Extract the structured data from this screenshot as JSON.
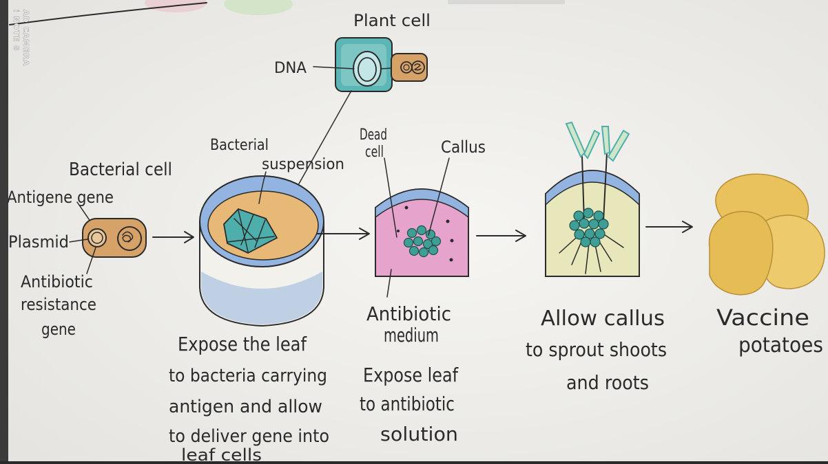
{
  "watermark": {
    "line1": "i NOTE 8",
    "line2": "AD CAMERA"
  },
  "plant_cell": {
    "title": "Plant cell",
    "dna_label": "DNA"
  },
  "bacterial_cell": {
    "title": "Bacterial cell",
    "antigen_gene": "Antigene gene",
    "plasmid": "Plasmid",
    "resistance_gene": [
      "Antibiotic",
      "resistance",
      "gene"
    ]
  },
  "step1": {
    "label": [
      "Bacterial",
      "suspension"
    ],
    "caption": [
      "Expose the leaf",
      "to bacteria carrying",
      "antigen and allow",
      "to deliver gene into",
      "leaf cells"
    ]
  },
  "step2": {
    "dead_cell": [
      "Dead",
      "cell"
    ],
    "callus": "Callus",
    "medium": [
      "Antibiotic",
      "medium"
    ],
    "caption": [
      "Expose leaf",
      "to antibiotic",
      "solution"
    ]
  },
  "step3": {
    "caption": [
      "Allow callus",
      "to sprout shoots",
      "and roots"
    ]
  },
  "step4": {
    "caption": [
      "Vaccine",
      "potatoes"
    ]
  },
  "colors": {
    "ink": "#2a2a2a",
    "paper": "#f2f1ee",
    "teal": "#5cb6b5",
    "tan": "#d7a268",
    "cream": "#e8b877",
    "blue": "#93b4e0",
    "pink": "#e6a4cd",
    "pale": "#e8e6bb",
    "potato": "#e9c25d",
    "leaf": "#4eaeab"
  }
}
